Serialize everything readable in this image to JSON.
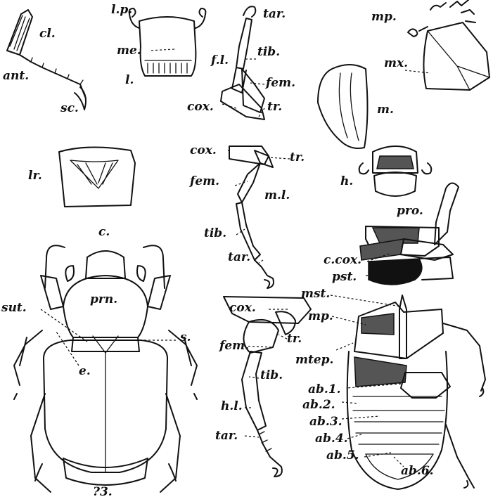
{
  "labels": {
    "cl": "cl.",
    "ant": "ant.",
    "sc": "sc.",
    "lp": "l.p.",
    "me": "me.",
    "l": "l.",
    "tar_fore": "tar.",
    "tib_fore": "tib.",
    "fl": "f.l.",
    "fem_fore": "fem.",
    "cox_fore": "cox.",
    "tr_fore": "tr.",
    "mp_top": "mp.",
    "mx": "mx.",
    "m": "m.",
    "lr": "lr.",
    "c": "c.",
    "cox_mid": "cox.",
    "tr_mid": "tr.",
    "fem_mid": "fem.",
    "ml": "m.l.",
    "tib_mid": "tib.",
    "tar_mid": "tar.",
    "h": "h.",
    "pro": "pro.",
    "ccox": "c.cox.",
    "pst": "pst.",
    "sut": "sut.",
    "prn": "prn.",
    "s": "s.",
    "e": "e.",
    "fig_num": "?3.",
    "cox_hind": "cox.",
    "fem_hind": "fem.",
    "tr_hind": "tr.",
    "tib_hind": "tib.",
    "hl": "h.l.",
    "tar_hind": "tar.",
    "mst": "mst.",
    "mp_ventral": "mp.",
    "mtep": "mtep.",
    "ab1": "ab.1.",
    "ab2": "ab.2.",
    "ab3": "ab.3.",
    "ab4": "ab.4.",
    "ab5": "ab.5.",
    "ab6": "ab.6."
  }
}
